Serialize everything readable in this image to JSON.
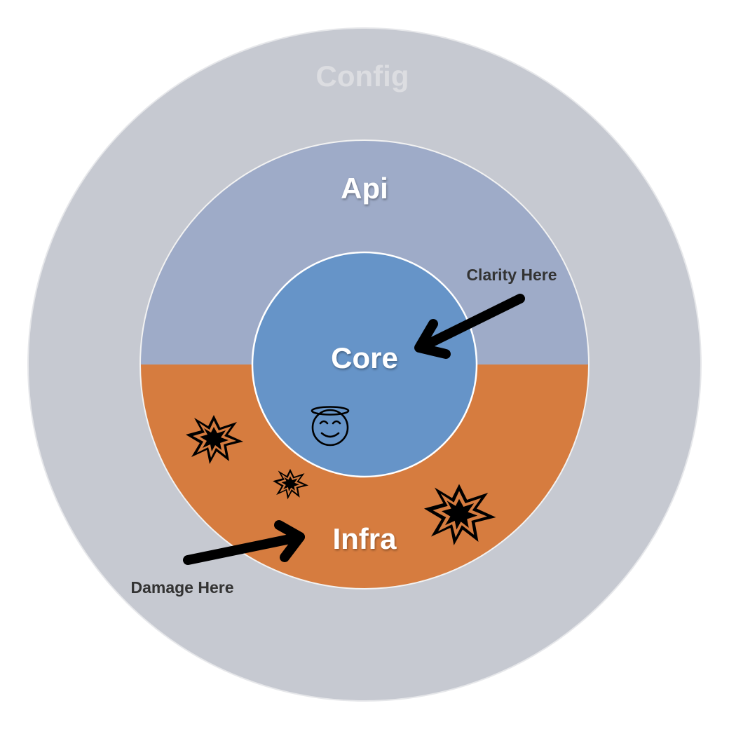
{
  "layers": {
    "outer": {
      "label": "Config",
      "color": "#c6c9d1"
    },
    "middle_top": {
      "label": "Api",
      "color": "#9eabc8"
    },
    "middle_bottom": {
      "label": "Infra",
      "color": "#d67c3f"
    },
    "inner": {
      "label": "Core",
      "color": "#6694c8"
    }
  },
  "callouts": {
    "clarity": "Clarity Here",
    "damage": "Damage Here"
  },
  "icons": {
    "core_icon": "smiling-face-with-halo-icon",
    "explosion_icon": "explosion-icon"
  }
}
